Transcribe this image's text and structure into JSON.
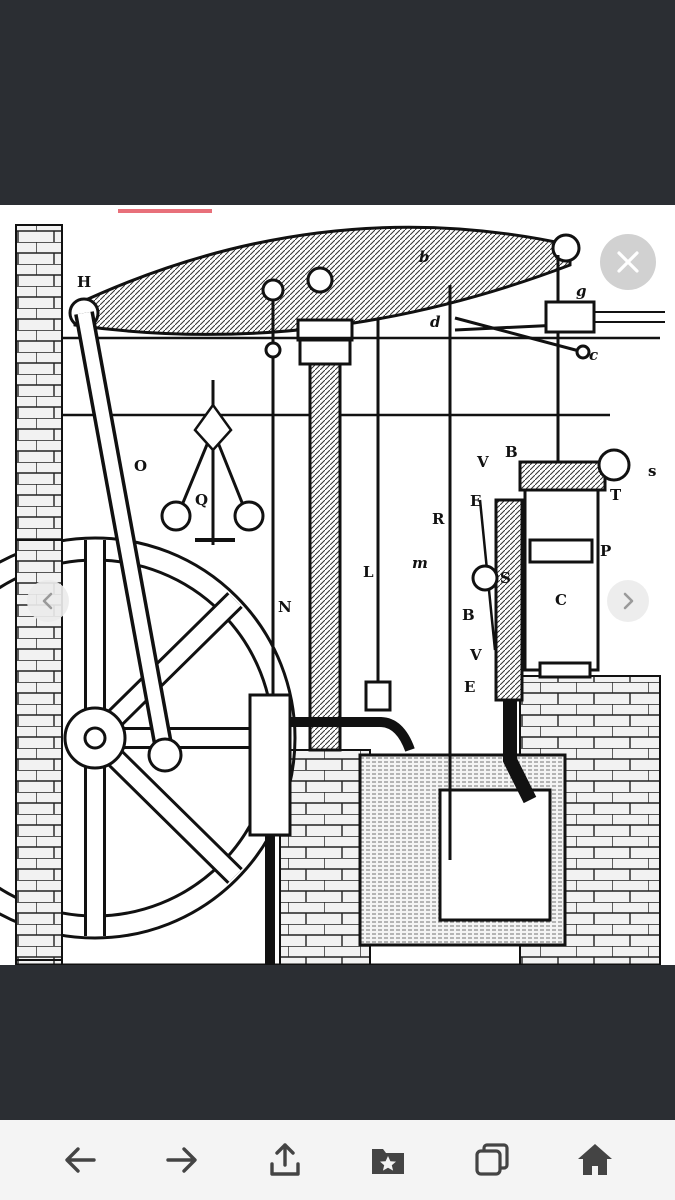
{
  "image": {
    "labels": {
      "H": "H",
      "b": "b",
      "g": "g",
      "d": "d",
      "c": "c",
      "O": "O",
      "Q": "Q",
      "N": "N",
      "L": "L",
      "R": "R",
      "V_top": "V",
      "B_top": "B",
      "S": "S",
      "T": "T",
      "E_top": "E",
      "m": "m",
      "s": "s",
      "P": "P",
      "C": "C",
      "B_mid": "B",
      "V_low": "V",
      "E_low": "E"
    }
  },
  "toolbar": {
    "icons": [
      "arrow-left-icon",
      "arrow-right-icon",
      "share-icon",
      "bookmark-folder-icon",
      "tabs-icon",
      "home-icon"
    ]
  },
  "colors": {
    "dark_background": "#2b2e33",
    "toolbar_background": "#f4f4f4",
    "progress_accent": "#e8707a",
    "icon": "#444444"
  }
}
